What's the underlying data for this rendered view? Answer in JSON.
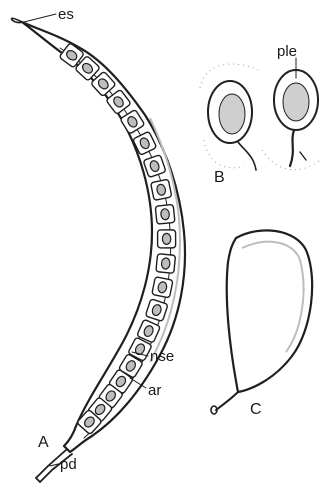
{
  "labels": {
    "es": "es",
    "ple": "ple",
    "nse": "nse",
    "ar": "ar",
    "pd": "pd"
  },
  "panels": {
    "a": "A",
    "b": "B",
    "c": "C"
  },
  "seeds": {
    "pod_a_count": 20
  },
  "colors": {
    "ink": "#1f1f1f",
    "shading": "#bdbdbd",
    "paper": "#ffffff"
  }
}
